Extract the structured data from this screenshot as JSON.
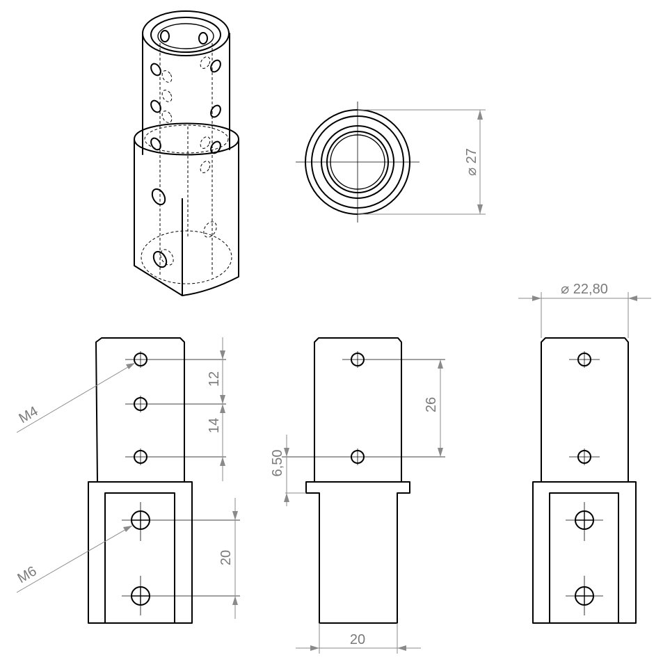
{
  "dimensions": {
    "iso_diameter": "⌀ 27",
    "top_diameter": "⌀ 22,80",
    "hole_spacing_top": "12",
    "hole_spacing_mid": "14",
    "slot_hole_spacing": "20",
    "side_hole_spacing": "26",
    "side_hole_offset": "6,50",
    "side_width": "20"
  },
  "callouts": {
    "small_thread": "M4",
    "large_thread": "M6"
  },
  "colors": {
    "line": "#000000",
    "dimension": "#8a8a8a",
    "dimension_text": "#7a7a7a"
  }
}
